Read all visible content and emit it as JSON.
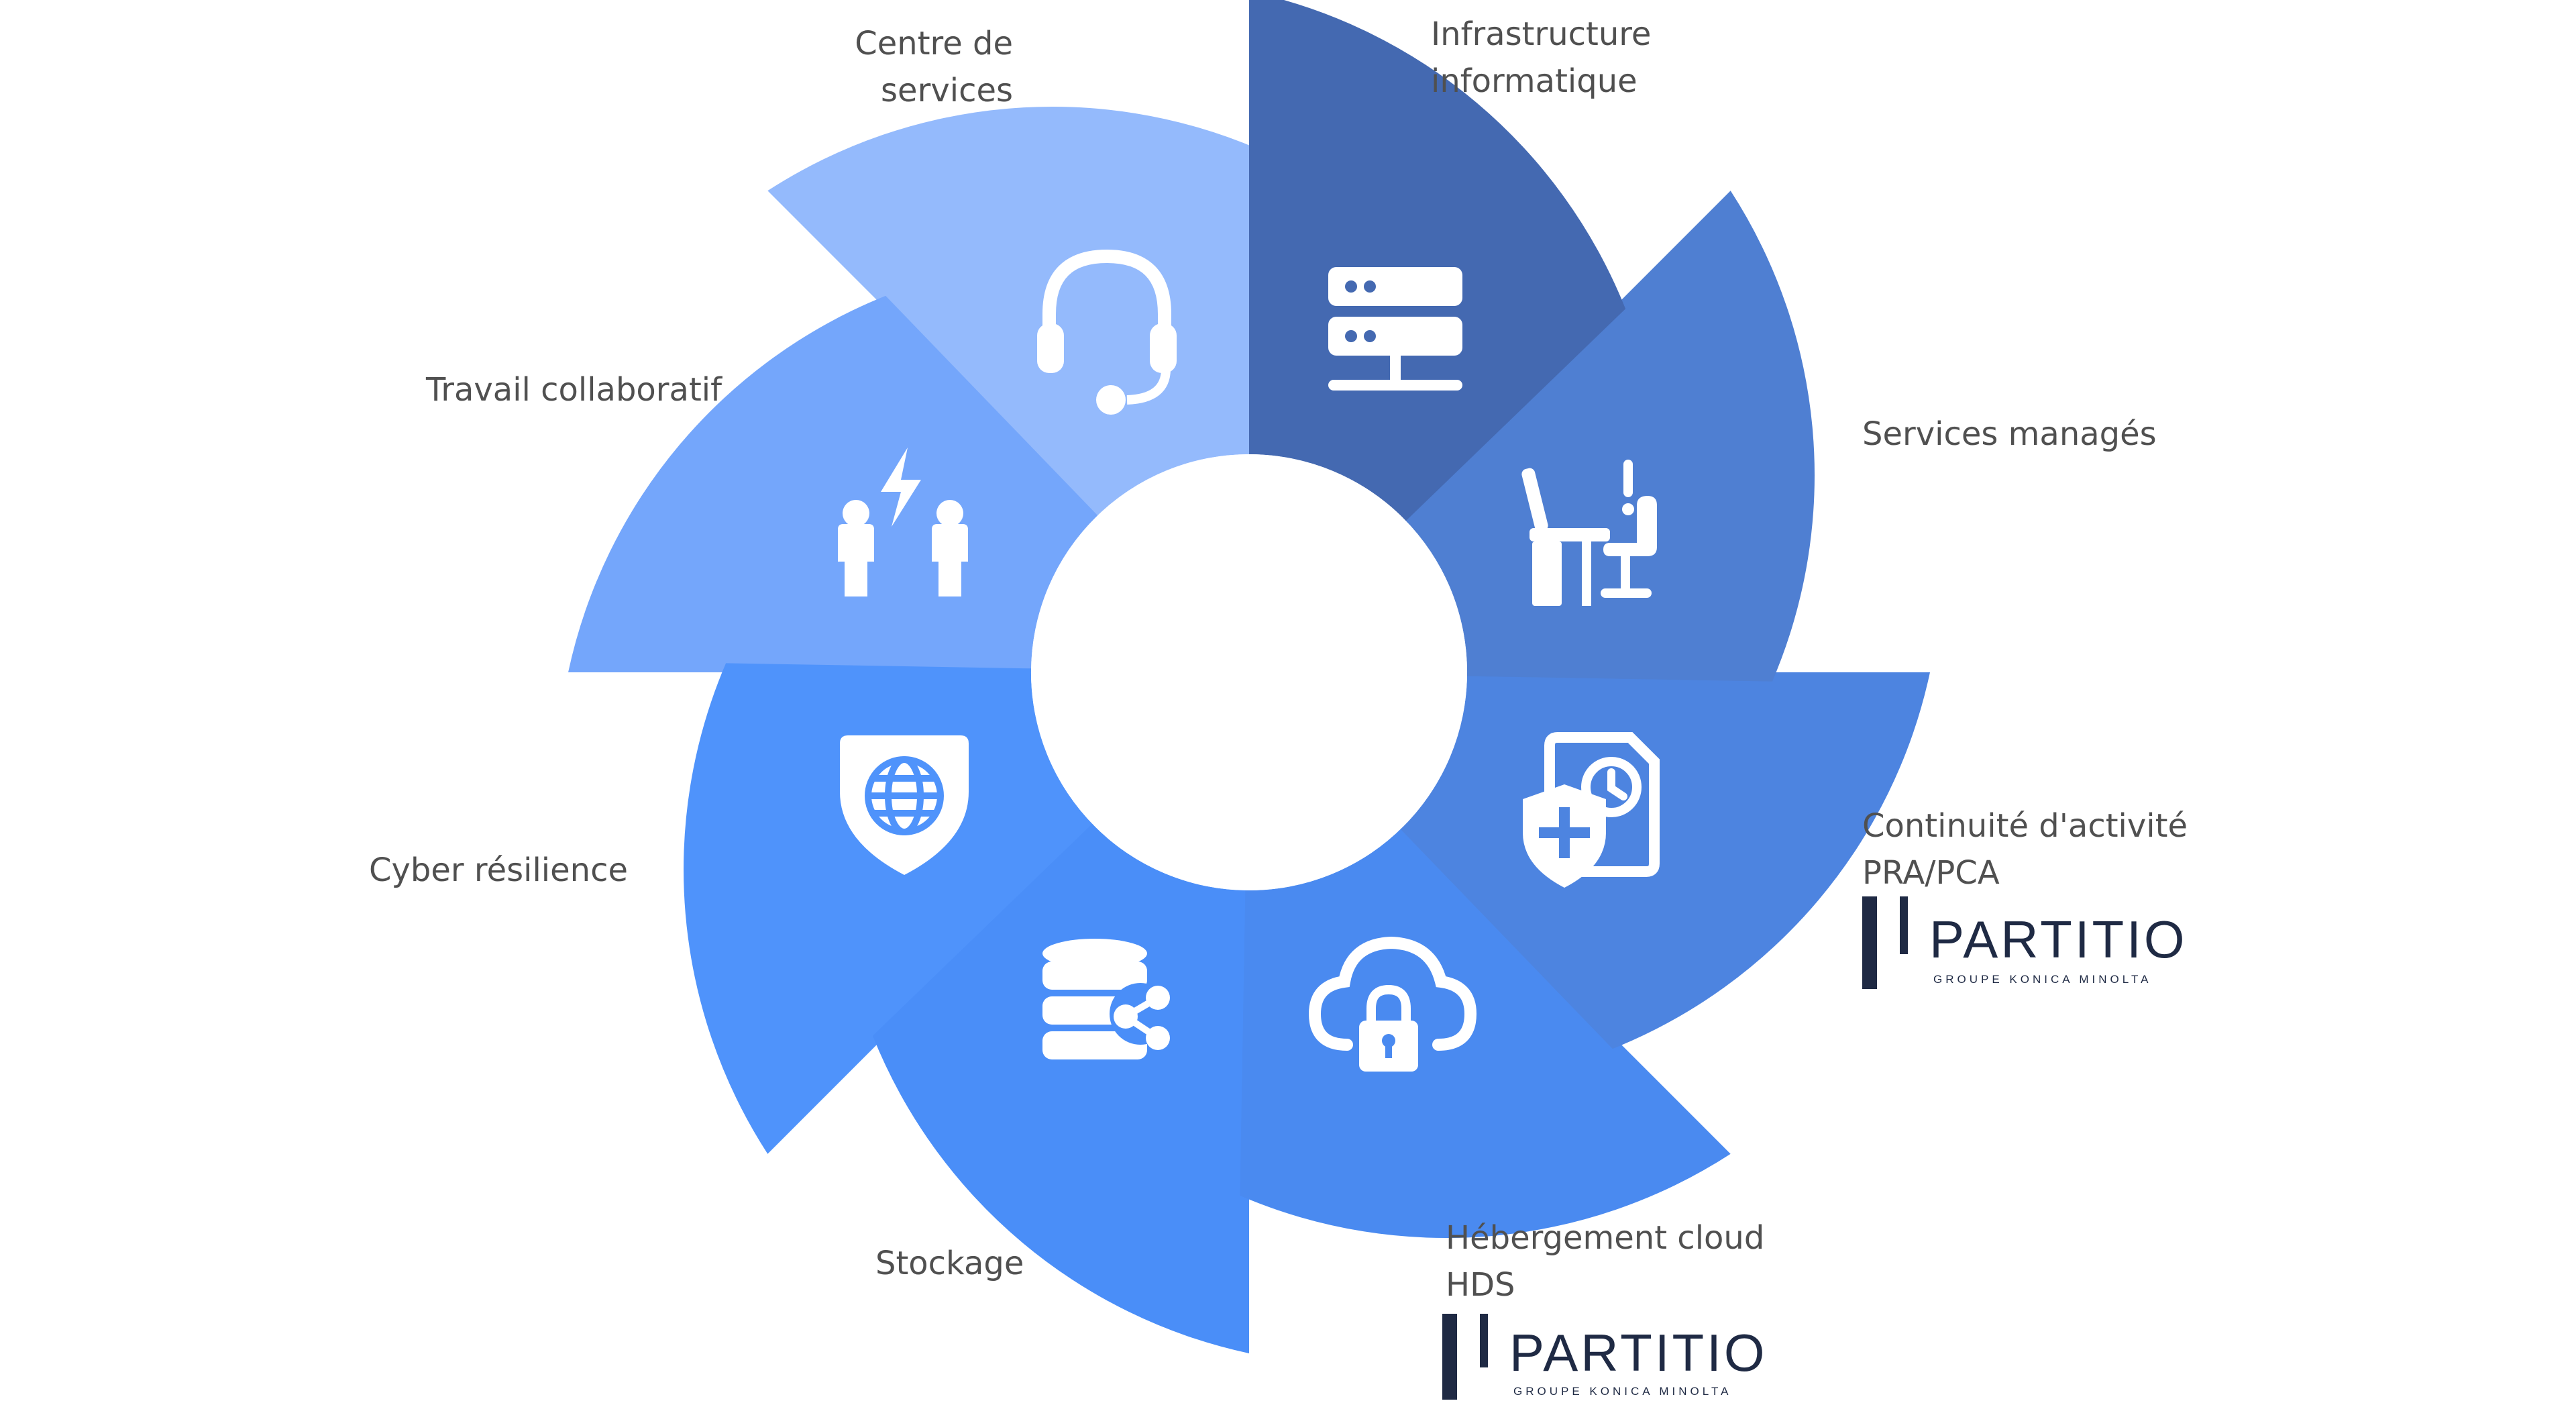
{
  "diagram": {
    "segments": [
      {
        "id": "infrastructure",
        "lines": [
          "Infrastructure",
          "informatique"
        ],
        "icon": "server-icon",
        "color": "#4469b1"
      },
      {
        "id": "services-manages",
        "lines": [
          "Services managés"
        ],
        "icon": "workstation-alert-icon",
        "color": "#4f7fd2"
      },
      {
        "id": "continuite",
        "lines": [
          "Continuité d'activité",
          "PRA/PCA"
        ],
        "icon": "shield-document-clock-icon",
        "color": "#4d84e0"
      },
      {
        "id": "hebergement",
        "lines": [
          "Hébergement cloud",
          "HDS"
        ],
        "icon": "cloud-lock-icon",
        "color": "#4a8af0"
      },
      {
        "id": "stockage",
        "lines": [
          "Stockage"
        ],
        "icon": "database-share-icon",
        "color": "#4a8ef8"
      },
      {
        "id": "cyber",
        "lines": [
          "Cyber résilience"
        ],
        "icon": "shield-globe-icon",
        "color": "#4f93fb"
      },
      {
        "id": "travail",
        "lines": [
          "Travail collaboratif"
        ],
        "icon": "collaboration-icon",
        "color": "#74a6fb"
      },
      {
        "id": "centre",
        "lines": [
          "Centre de",
          "services"
        ],
        "icon": "headset-icon",
        "color": "#94bafc"
      }
    ]
  },
  "logos": [
    {
      "name": "PARTITIO",
      "tagline": "GROUPE KONICA MINOLTA"
    },
    {
      "name": "PARTITIO",
      "tagline": "GROUPE KONICA MINOLTA"
    }
  ]
}
